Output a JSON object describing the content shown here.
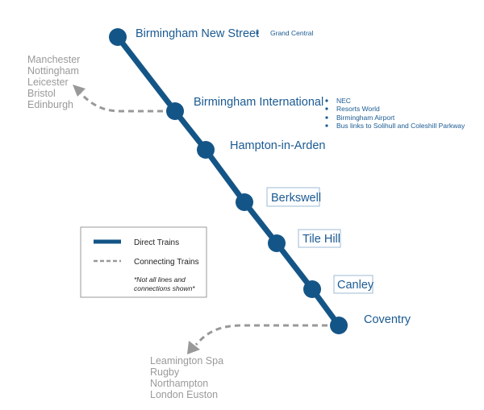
{
  "colors": {
    "direct": "#145587",
    "connecting": "#999999",
    "text": "#1a5a92"
  },
  "stations": [
    {
      "name": "Birmingham New Street",
      "boxed": false,
      "connections": [
        "Grand Central"
      ]
    },
    {
      "name": "Birmingham International",
      "boxed": false,
      "connections": [
        "NEC",
        "Resorts World",
        "Birmingham Airport",
        "Bus links to Solihull and Coleshill Parkway"
      ]
    },
    {
      "name": "Hampton-in-Arden",
      "boxed": false,
      "connections": []
    },
    {
      "name": "Berkswell",
      "boxed": true,
      "connections": []
    },
    {
      "name": "Tile Hill",
      "boxed": true,
      "connections": []
    },
    {
      "name": "Canley",
      "boxed": true,
      "connections": []
    },
    {
      "name": "Coventry",
      "boxed": false,
      "connections": []
    }
  ],
  "north_destinations": [
    "Manchester",
    "Nottingham",
    "Leicester",
    "Bristol",
    "Edinburgh"
  ],
  "south_destinations": [
    "Leamington Spa",
    "Rugby",
    "Northampton",
    "London Euston"
  ],
  "legend": {
    "direct": "Direct Trains",
    "connecting": "Connecting Trains",
    "note_line1": "*Not all lines and",
    "note_line2": "connections shown*"
  }
}
